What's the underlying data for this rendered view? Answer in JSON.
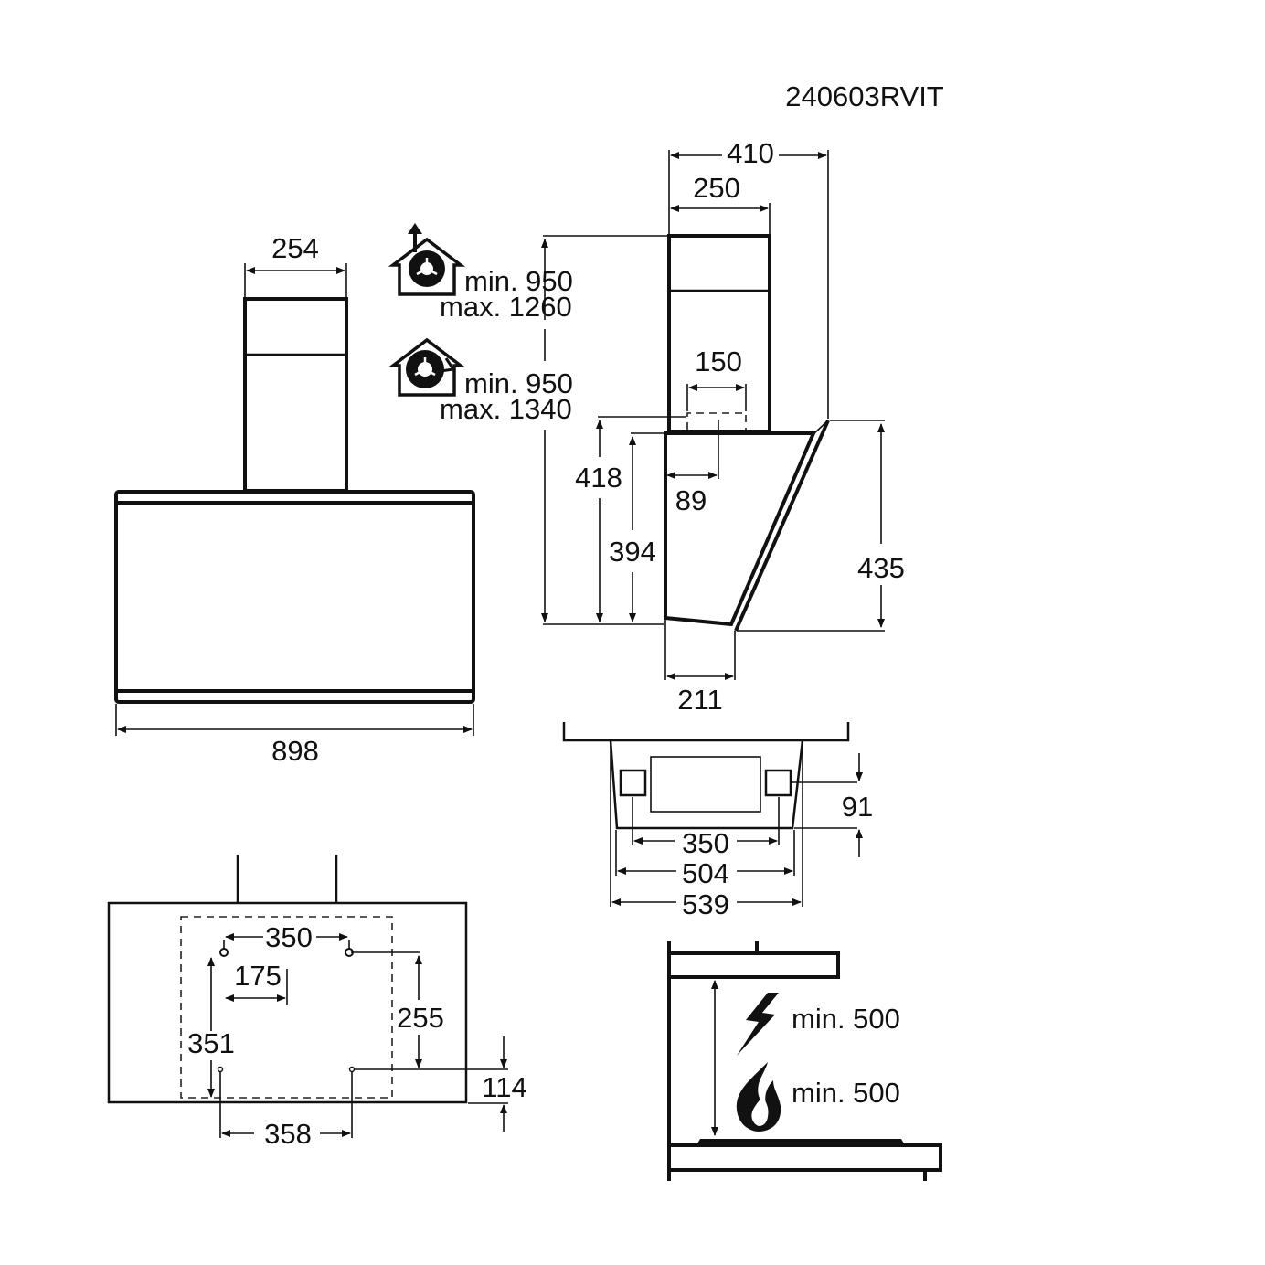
{
  "model_code": "240603RVIT",
  "front_view": {
    "chimney_width": "254",
    "hood_width": "898"
  },
  "installation_notes": {
    "extraction": {
      "icon": "house-fan-extraction-icon",
      "min": "min. 950",
      "max": "max. 1260"
    },
    "recirculation": {
      "icon": "house-fan-recirculation-icon",
      "min": "min. 950",
      "max": "max. 1340"
    }
  },
  "side_view": {
    "total_depth": "410",
    "chimney_depth": "250",
    "outlet_width": "150",
    "outlet_offset": "89",
    "height_418": "418",
    "height_394": "394",
    "height_435": "435",
    "bottom_depth": "211"
  },
  "top_view": {
    "bracket_spacing": "350",
    "inner_width": "504",
    "outer_width": "539",
    "bracket_offset": "91"
  },
  "wall_template": {
    "upper_hole_spacing": "350",
    "half_spacing": "175",
    "upper_to_lower": "255",
    "left_vertical": "351",
    "lower_hole_spacing": "358",
    "lower_offset": "114"
  },
  "clearance": {
    "electric": {
      "icon": "lightning-icon",
      "text": "min. 500"
    },
    "gas": {
      "icon": "flame-icon",
      "text": "min. 500"
    }
  }
}
